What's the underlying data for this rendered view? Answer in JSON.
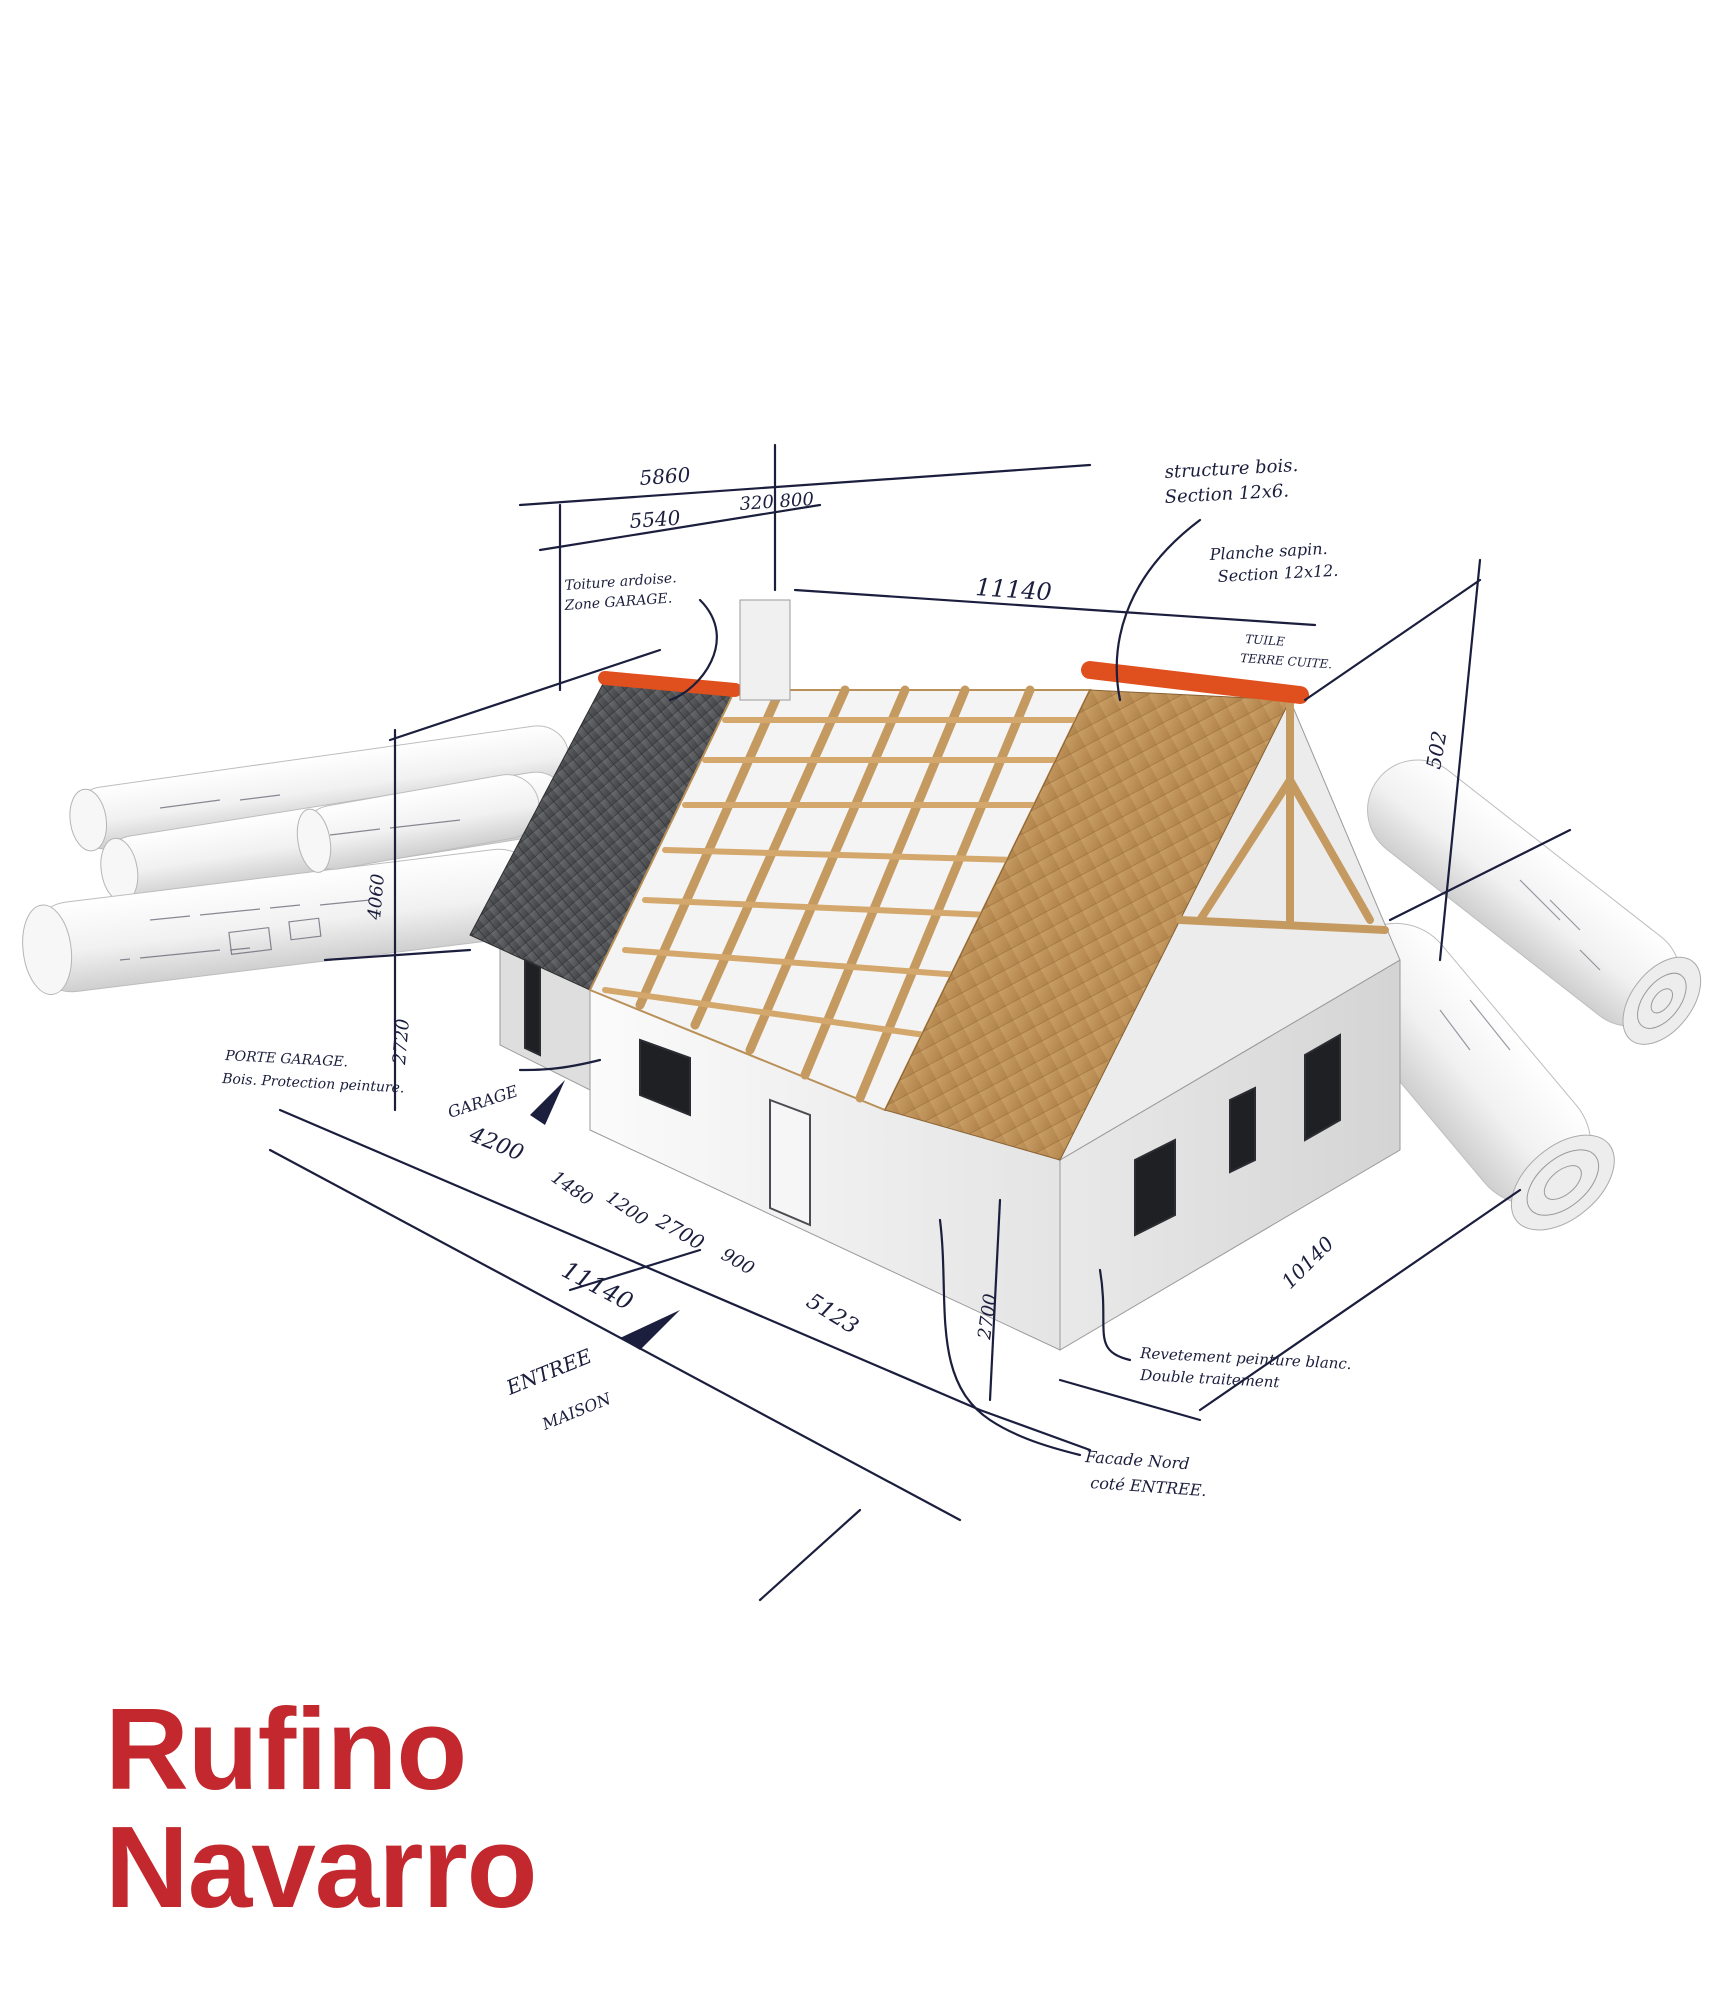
{
  "brand": {
    "line1": "Rufino",
    "line2": "Navarro",
    "color": "#c2282d"
  },
  "sketch_notes": {
    "dim_top_total": "5860",
    "dim_top_left": "5540",
    "dim_top_right": "320 800",
    "dim_ridge": "11140",
    "structure": [
      "structure bois.",
      "Section 12x6."
    ],
    "planche": [
      "Planche sapin.",
      "Section 12x12."
    ],
    "tuile": [
      "TUILE",
      "TERRE CUITE."
    ],
    "toiture": [
      "Toiture ardoise.",
      "Zone GARAGE."
    ],
    "dim_right_height": "502",
    "dim_left_height": "4060",
    "dim_wall_height": "2720",
    "porte_garage": [
      "PORTE GARAGE.",
      "Bois. Protection peinture."
    ],
    "garage": "GARAGE",
    "dim_garage": "4200",
    "dims_front": [
      "1480",
      "1200",
      "2700",
      "900"
    ],
    "dim_front_total": "11140",
    "dim_front_side": "5123",
    "dim_front_height": "2700",
    "dim_side_total": "10140",
    "entree": [
      "ENTREE",
      "MAISON"
    ],
    "revetement": [
      "Revetement peinture blanc.",
      "Double traitement"
    ],
    "facade": [
      "Facade Nord",
      "coté ENTREE."
    ]
  },
  "colors": {
    "roof_tile": "#e0501e",
    "timber": "#c89a5e",
    "slate": "#55575a",
    "ink": "#1b1e3d",
    "wall": "#f2f2f2"
  }
}
